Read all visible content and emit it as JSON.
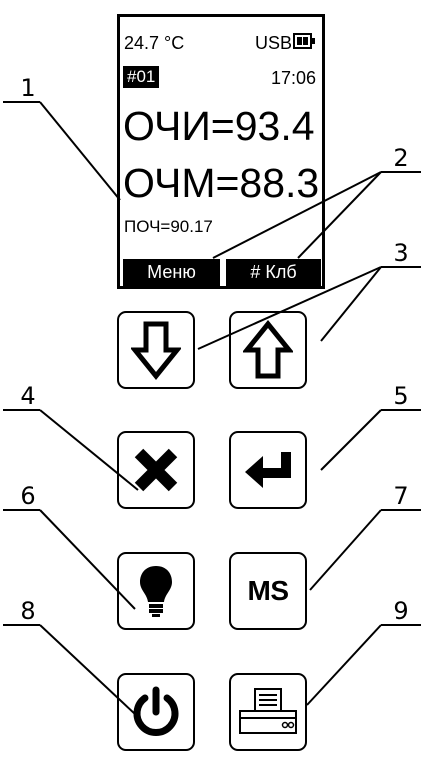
{
  "display": {
    "temperature": "24.7 °C",
    "usb": "USB",
    "channel": "#01",
    "time": "17:06",
    "line1": "ОЧИ=93.4",
    "line2": "ОЧМ=88.3",
    "line3": "ПОЧ=90.17",
    "softkey_left": "Меню",
    "softkey_right": "# Клб"
  },
  "keys": {
    "ms_label": "MS"
  },
  "callouts": [
    "1",
    "2",
    "3",
    "4",
    "5",
    "6",
    "7",
    "8",
    "9"
  ],
  "icons": [
    "arrow-down-icon",
    "arrow-up-icon",
    "cross-icon",
    "enter-icon",
    "bulb-icon",
    "power-icon",
    "printer-icon",
    "battery-icon"
  ]
}
